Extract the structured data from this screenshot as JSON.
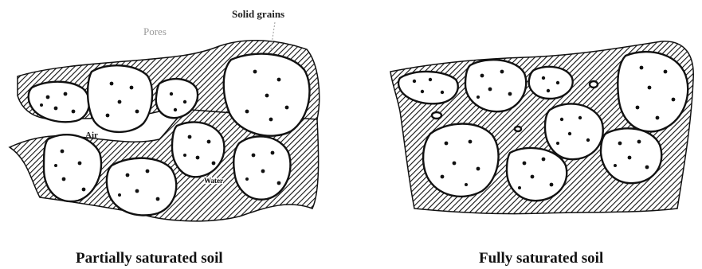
{
  "labels": {
    "pores": "Pores",
    "solid_grains": "Solid grains",
    "air": "Air",
    "water": "Water"
  },
  "captions": {
    "left": "Partially saturated soil",
    "right": "Fully saturated soil"
  }
}
